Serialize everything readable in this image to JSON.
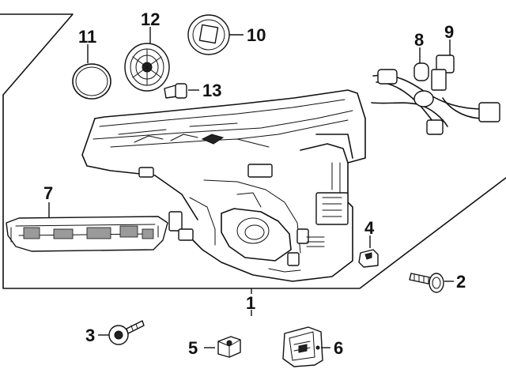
{
  "callouts": [
    {
      "id": "c1",
      "label": "1"
    },
    {
      "id": "c2",
      "label": "2"
    },
    {
      "id": "c3",
      "label": "3"
    },
    {
      "id": "c4",
      "label": "4"
    },
    {
      "id": "c5",
      "label": "5"
    },
    {
      "id": "c6",
      "label": "6"
    },
    {
      "id": "c7",
      "label": "7"
    },
    {
      "id": "c8",
      "label": "8"
    },
    {
      "id": "c9",
      "label": "9"
    },
    {
      "id": "c10",
      "label": "10"
    },
    {
      "id": "c11",
      "label": "11"
    },
    {
      "id": "c12",
      "label": "12"
    },
    {
      "id": "c13",
      "label": "13"
    }
  ],
  "colors": {
    "line": "#111111",
    "background": "#ffffff",
    "fill_grey": "#9a9a9a"
  }
}
